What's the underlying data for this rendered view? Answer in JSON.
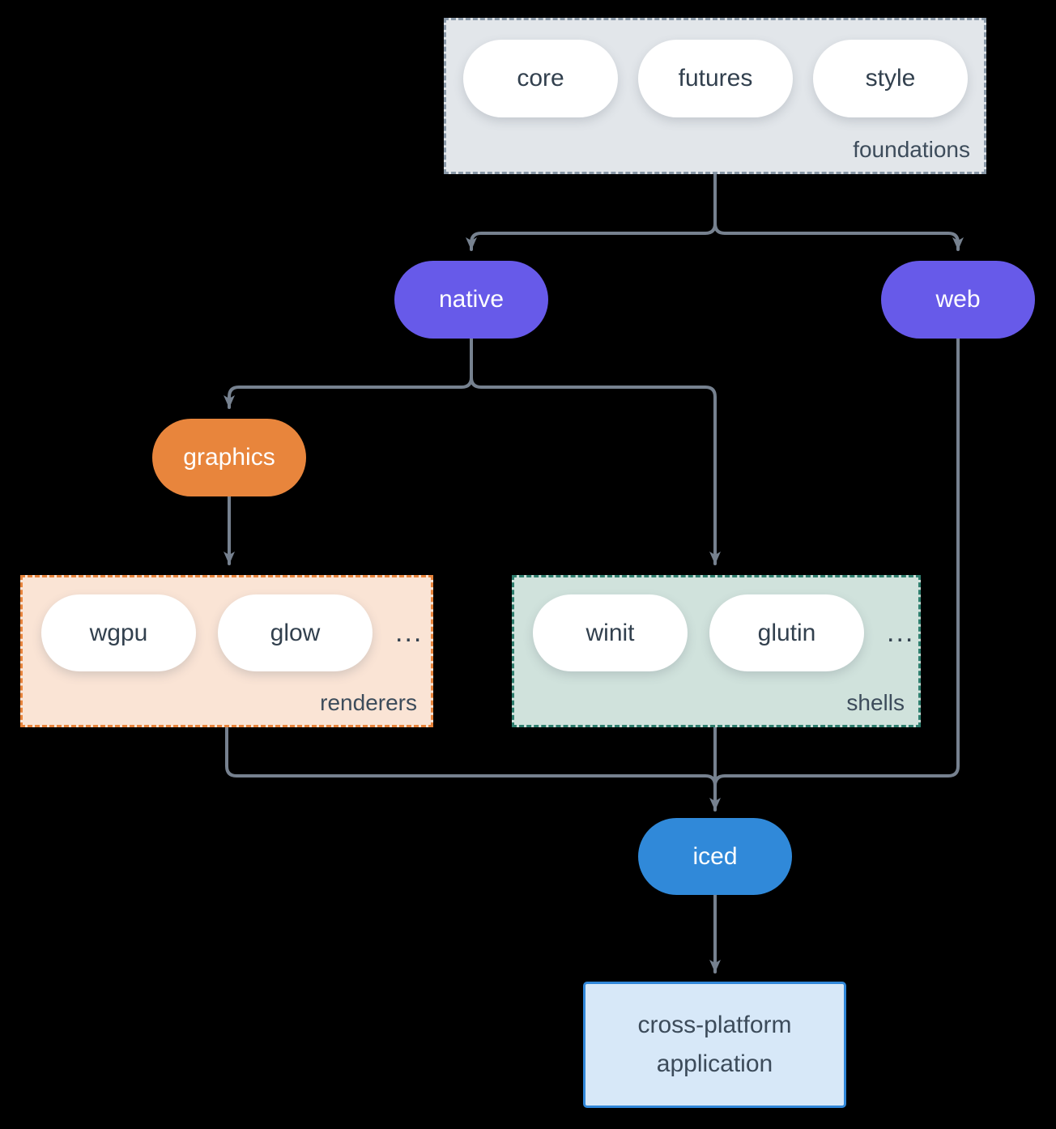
{
  "diagram": {
    "title": "iced crate ecosystem diagram",
    "colors": {
      "background": "#000000",
      "connector": "#76818f",
      "foundations_fill": "#e2e6ea",
      "foundations_border": "#8a99a8",
      "renderers_fill": "#fae4d5",
      "renderers_border": "#e8843c",
      "shells_fill": "#d0e2dc",
      "shells_border": "#2e7e6e",
      "purple_node": "#675ae9",
      "orange_node": "#e8853c",
      "blue_node": "#3089d9",
      "app_fill": "#d7e8f8",
      "app_border": "#3087d9",
      "dark_text": "#32404e",
      "white_text": "#ffffff"
    }
  },
  "nodes": {
    "foundations": {
      "label": "foundations",
      "pills": [
        "core",
        "futures",
        "style"
      ]
    },
    "native": "native",
    "web": "web",
    "graphics": "graphics",
    "renderers": {
      "label": "renderers",
      "pills": [
        "wgpu",
        "glow"
      ],
      "ellipsis": "..."
    },
    "shells": {
      "label": "shells",
      "pills": [
        "winit",
        "glutin"
      ],
      "ellipsis": "..."
    },
    "iced": "iced",
    "app": "cross-platform application"
  }
}
